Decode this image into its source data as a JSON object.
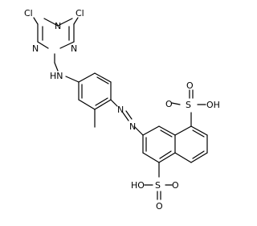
{
  "atoms": {
    "cl_left": "Cl",
    "cl_right": "Cl",
    "n_ring_top": "N",
    "n_ring_left": "N",
    "n_ring_bottom": "N",
    "nh": "HN",
    "azo_n1": "N",
    "azo_n2": "N",
    "s_upper": "S",
    "o_upper_1": "O",
    "o_upper_2": "O",
    "oh_upper": "OH",
    "s_lower": "S",
    "o_lower_1": "O",
    "o_lower_2": "O",
    "oh_lower": "HO"
  },
  "colors": {
    "bond": "#000000",
    "nitrogen_bond": "#3333ff",
    "background": "#ffffff"
  }
}
